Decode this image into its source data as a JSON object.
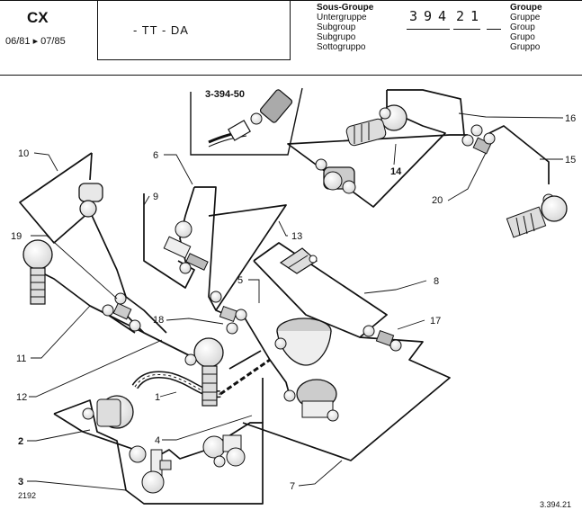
{
  "header": {
    "model": "CX",
    "dates": "06/81 ▸ 07/85",
    "variant": "- TT - DA",
    "subgroup_labels": [
      "Sous-Groupe",
      "Untergruppe",
      "Subgroup",
      "Subgrupo",
      "Sottogruppo"
    ],
    "subgroup_digits": [
      "3",
      "9",
      "4",
      "2",
      "1"
    ],
    "group_labels": [
      "Groupe",
      "Gruppe",
      "Group",
      "Grupo",
      "Gruppo"
    ]
  },
  "callouts": {
    "c10": "10",
    "c6": "6",
    "c9": "9",
    "c13": "13",
    "c19": "19",
    "c5": "5",
    "c8": "8",
    "c18": "18",
    "c17": "17",
    "c11": "11",
    "c12": "12",
    "c1": "1",
    "c2": "2",
    "c4": "4",
    "c3": "3",
    "c7": "7",
    "c16": "16",
    "c14": "14",
    "c15": "15",
    "c20": "20"
  },
  "detail_ref": "3-394-50",
  "footer": {
    "left_code": "2192",
    "right_code": "3.394.21"
  }
}
